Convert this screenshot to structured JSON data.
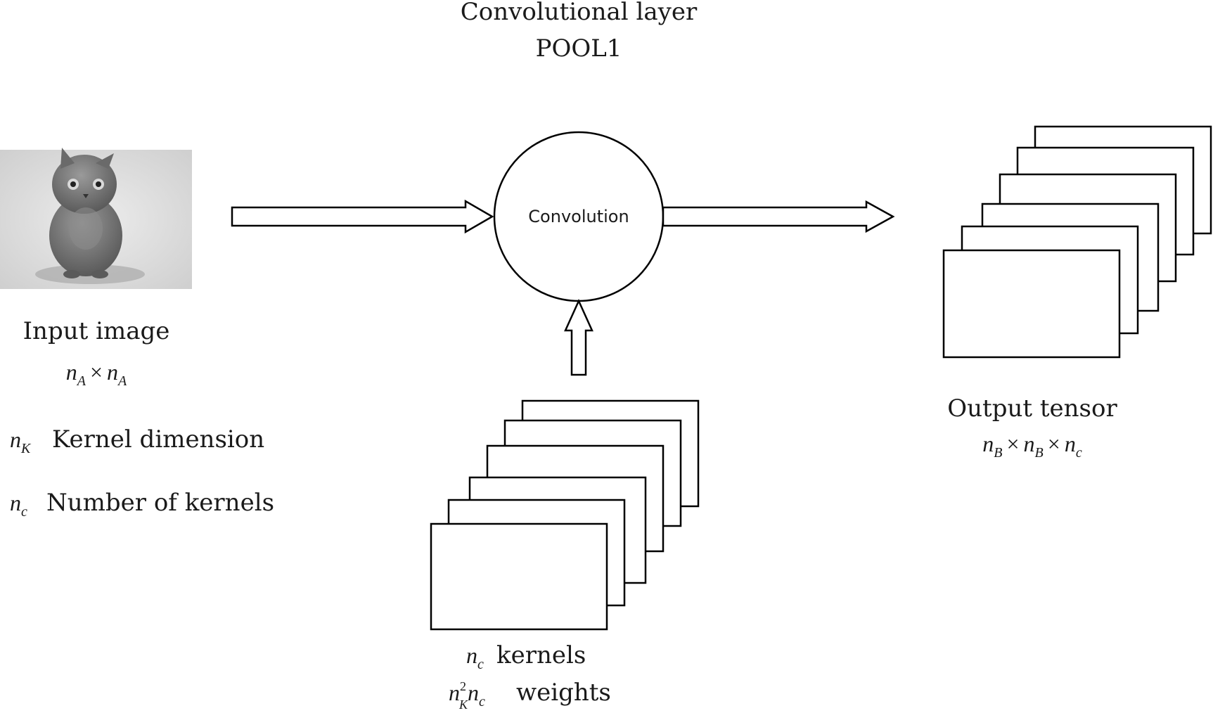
{
  "title": {
    "line1": "Convolutional layer",
    "line2": "POOL1"
  },
  "node": {
    "label": "Convolution"
  },
  "input": {
    "caption": "Input image",
    "dims": {
      "a": "n",
      "a_sub": "A",
      "times": "×",
      "b": "n",
      "b_sub": "A"
    }
  },
  "legend": {
    "kernel_dim": {
      "symbol": "n",
      "sub": "K",
      "text": "Kernel dimension"
    },
    "num_kernels": {
      "symbol": "n",
      "sub": "c",
      "text": "Number of kernels"
    }
  },
  "kernels": {
    "count": {
      "symbol": "n",
      "sub": "c",
      "text": "kernels"
    },
    "weights": {
      "n1": "n",
      "sup": "2",
      "sub1": "K",
      "n2": "n",
      "sub2": "c",
      "text": "weights"
    }
  },
  "output": {
    "caption": "Output tensor",
    "dims": {
      "n1": "n",
      "s1": "B",
      "x1": "×",
      "n2": "n",
      "s2": "B",
      "x2": "×",
      "n3": "n",
      "s3": "c"
    }
  },
  "colors": {
    "stroke": "#000000",
    "fill": "#ffffff",
    "text": "#1a1a1a",
    "image_bg": "#dcdcdc",
    "cat": "#6f6f6f"
  },
  "icons": {
    "input_image": "cat-photo-icon"
  }
}
